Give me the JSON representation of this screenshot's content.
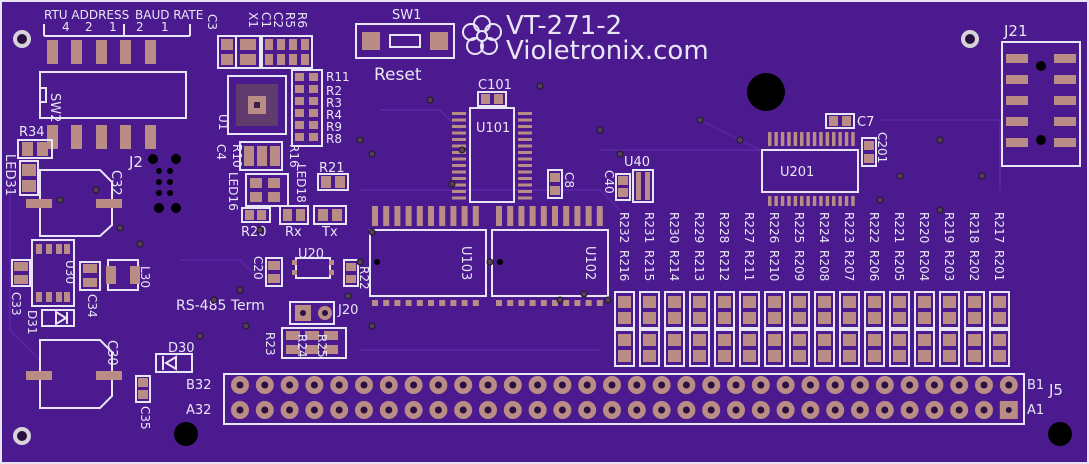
{
  "board": {
    "title": "VT-271-2",
    "brand": "Violetronix.com",
    "bg_color": "#4b1a8f",
    "silk_color": "#e8e6f5",
    "pad_color": "#b98d85"
  },
  "labels": {
    "rtu_address": "RTU ADDRESS",
    "baud_rate": "BAUD RATE",
    "dip_nums": [
      "4",
      "2",
      "1",
      "2",
      "1"
    ],
    "sw1": "SW1",
    "reset": "Reset",
    "sw2": "SW2",
    "u1": "U1",
    "u101": "U101",
    "u102": "U102",
    "u103": "U103",
    "u20": "U20",
    "u30": "U30",
    "u40": "U40",
    "u201": "U201",
    "j2": "J2",
    "j20": "J20",
    "j21": "J21",
    "j5": "J5",
    "c3": "C3",
    "x1": "X1",
    "c1": "C1",
    "c2": "C2",
    "r5": "R5",
    "r6": "R6",
    "r11": "R11",
    "r2": "R2",
    "r3": "R3",
    "r4": "R4",
    "r9": "R9",
    "r8": "R8",
    "c101": "C101",
    "r34": "R34",
    "led31": "LED31",
    "c32": "C32",
    "r10": "R10",
    "c4": "C4",
    "r16": "R16",
    "led16": "LED16",
    "led18": "LED18",
    "r21": "R21",
    "c8": "C8",
    "c40": "C40",
    "c7": "C7",
    "c201": "C201",
    "r20": "R20",
    "rx": "Rx",
    "tx": "Tx",
    "c20": "C20",
    "r22": "R22",
    "rs485": "RS-485 Term",
    "r23": "R23",
    "r24": "R24",
    "r25": "R25",
    "c33": "C33",
    "c34": "C34",
    "l30": "L30",
    "d31": "D31",
    "c30": "C30",
    "d30": "D30",
    "c35": "C35",
    "b32": "B32",
    "a32": "A32",
    "b1": "B1",
    "a1": "A1",
    "r_top": [
      "R232",
      "R231",
      "R230",
      "R229",
      "R228",
      "R227",
      "R226",
      "R225",
      "R224",
      "R223",
      "R222",
      "R221",
      "R220",
      "R219",
      "R218",
      "R217"
    ],
    "r_bottom": [
      "R216",
      "R215",
      "R214",
      "R213",
      "R212",
      "R211",
      "R210",
      "R209",
      "R208",
      "R207",
      "R206",
      "R205",
      "R204",
      "R203",
      "R202",
      "R201"
    ]
  }
}
